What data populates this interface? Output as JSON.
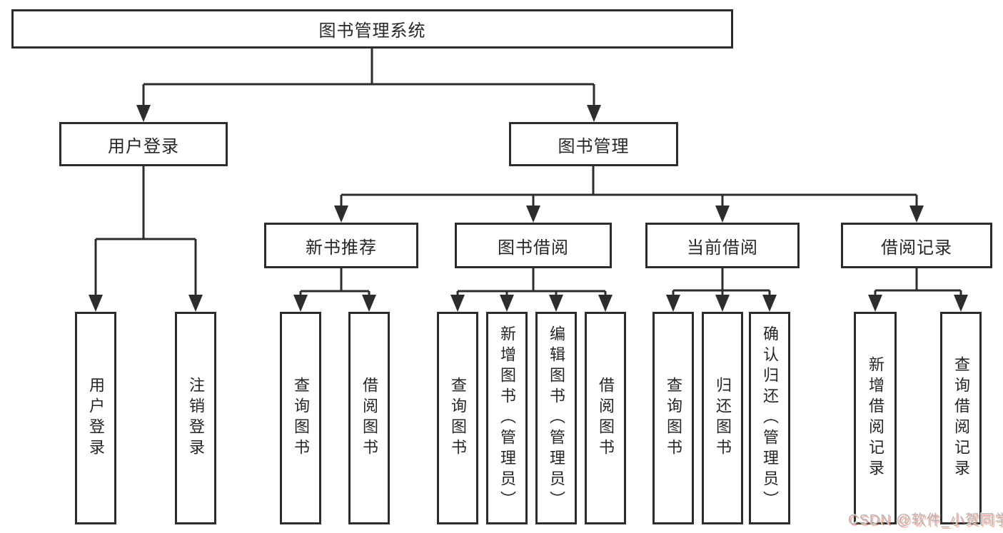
{
  "colors": {
    "background": "#ffffff",
    "line": "#2d2d2d",
    "box_border": "#2d2d2d",
    "box_background": "#ffffff",
    "text": "#262626",
    "watermark_gray": "#b5b5b5",
    "watermark_red": "#fc5531"
  },
  "diagram": {
    "root": {
      "label": "图书管理系统"
    },
    "branches": [
      {
        "label": "用户登录"
      },
      {
        "label": "图书管理"
      }
    ],
    "modules": [
      {
        "label": "新书推荐"
      },
      {
        "label": "图书借阅"
      },
      {
        "label": "当前借阅"
      },
      {
        "label": "借阅记录"
      }
    ],
    "leaves": [
      {
        "label": "用户登录"
      },
      {
        "label": "注销登录"
      },
      {
        "label": "查询图书"
      },
      {
        "label": "借阅图书"
      },
      {
        "label": "查询图书"
      },
      {
        "label": "新增图书（管理员）"
      },
      {
        "label": "编辑图书（管理员）"
      },
      {
        "label": "借阅图书"
      },
      {
        "label": "查询图书"
      },
      {
        "label": "归还图书"
      },
      {
        "label": "确认归还（管理员）"
      },
      {
        "label": "新增借阅记录"
      },
      {
        "label": "查询借阅记录"
      }
    ]
  },
  "watermark": {
    "text": "CSDN @软件_小贺同学"
  }
}
